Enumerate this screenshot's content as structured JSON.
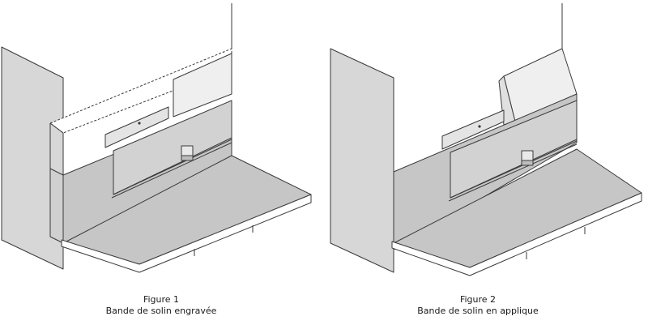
{
  "figures": [
    {
      "number_label": "Figure 1",
      "title": "Bande de solin engravée"
    },
    {
      "number_label": "Figure 2",
      "title": "Bande de solin en applique"
    }
  ],
  "colors": {
    "wall_shade": "#d7d7d7",
    "membrane": "#c6c6c6",
    "membrane_dark": "#b5b5b5",
    "flashing": "#e4e4e4",
    "outline": "#3a3a3a",
    "background": "#ffffff"
  }
}
